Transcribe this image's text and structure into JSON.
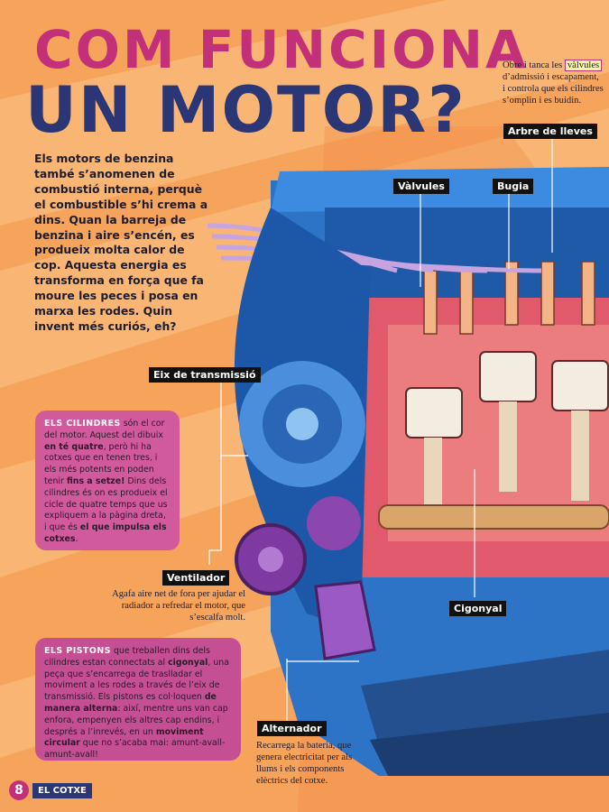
{
  "title": {
    "line1": "COM FUNCIONA",
    "line2": "UN MOTOR?"
  },
  "intro": "Els motors de benzina també s’anomenen de combustió interna, perquè el combustible s’hi crema a dins. Quan la barreja de benzina i aire s’encén, es produeix molta calor de cop. Aquesta energia es transforma en força que fa moure les peces i posa en marxa les rodes. Quin invent més curiós, eh?",
  "camshaft_note": {
    "pre": "Obre i tanca les",
    "highlight": "vàlvules",
    "post": "d’admissió i escapament, i controla que els cilindres s’omplin i es buidin."
  },
  "labels": {
    "camshaft": "Arbre de lleves",
    "valves": "Vàlvules",
    "spark_plug": "Bugia",
    "drive_shaft": "Eix de transmissió",
    "fan": "Ventilador",
    "crankshaft": "Cigonyal",
    "alternator": "Alternador"
  },
  "fan_note": "Agafa aire net de fora per ajudar el radiador a refredar el motor, que s’escalfa molt.",
  "alternator_note": "Recarrega la bateria, que genera electricitat per als llums i els components elèctrics del cotxe.",
  "cylinders_box": {
    "heading": "ELS CILINDRES",
    "t1": " són el cor del motor. Aquest del dibuix ",
    "b1": "en té quatre",
    "t2": ", però hi ha cotxes que en tenen tres, i els més potents en poden tenir ",
    "b2": "fins a setze!",
    "t3": " Dins dels cilindres és on es produeix el cicle de quatre temps que us expliquem a la pàgina dreta, i que és ",
    "b3": "el que impulsa els cotxes",
    "t4": "."
  },
  "pistons_box": {
    "heading": "ELS PISTONS",
    "t1": " que treballen dins dels cilindres estan connectats al ",
    "b1": "cigonyal",
    "t2": ", una peça que s’encarrega de traslladar el moviment a les rodes a través de l’eix de transmissió. Els pistons es col·loquen ",
    "b2": "de manera alterna",
    "t3": ": així, mentre uns van cap enfora, empenyen els altres cap endins, i després a l’inrevés, en un ",
    "b3": "moviment circular",
    "t4": " que no s’acaba mai: amunt-avall-amunt-avall!"
  },
  "footer": {
    "page_number": "8",
    "section": "EL COTXE"
  }
}
